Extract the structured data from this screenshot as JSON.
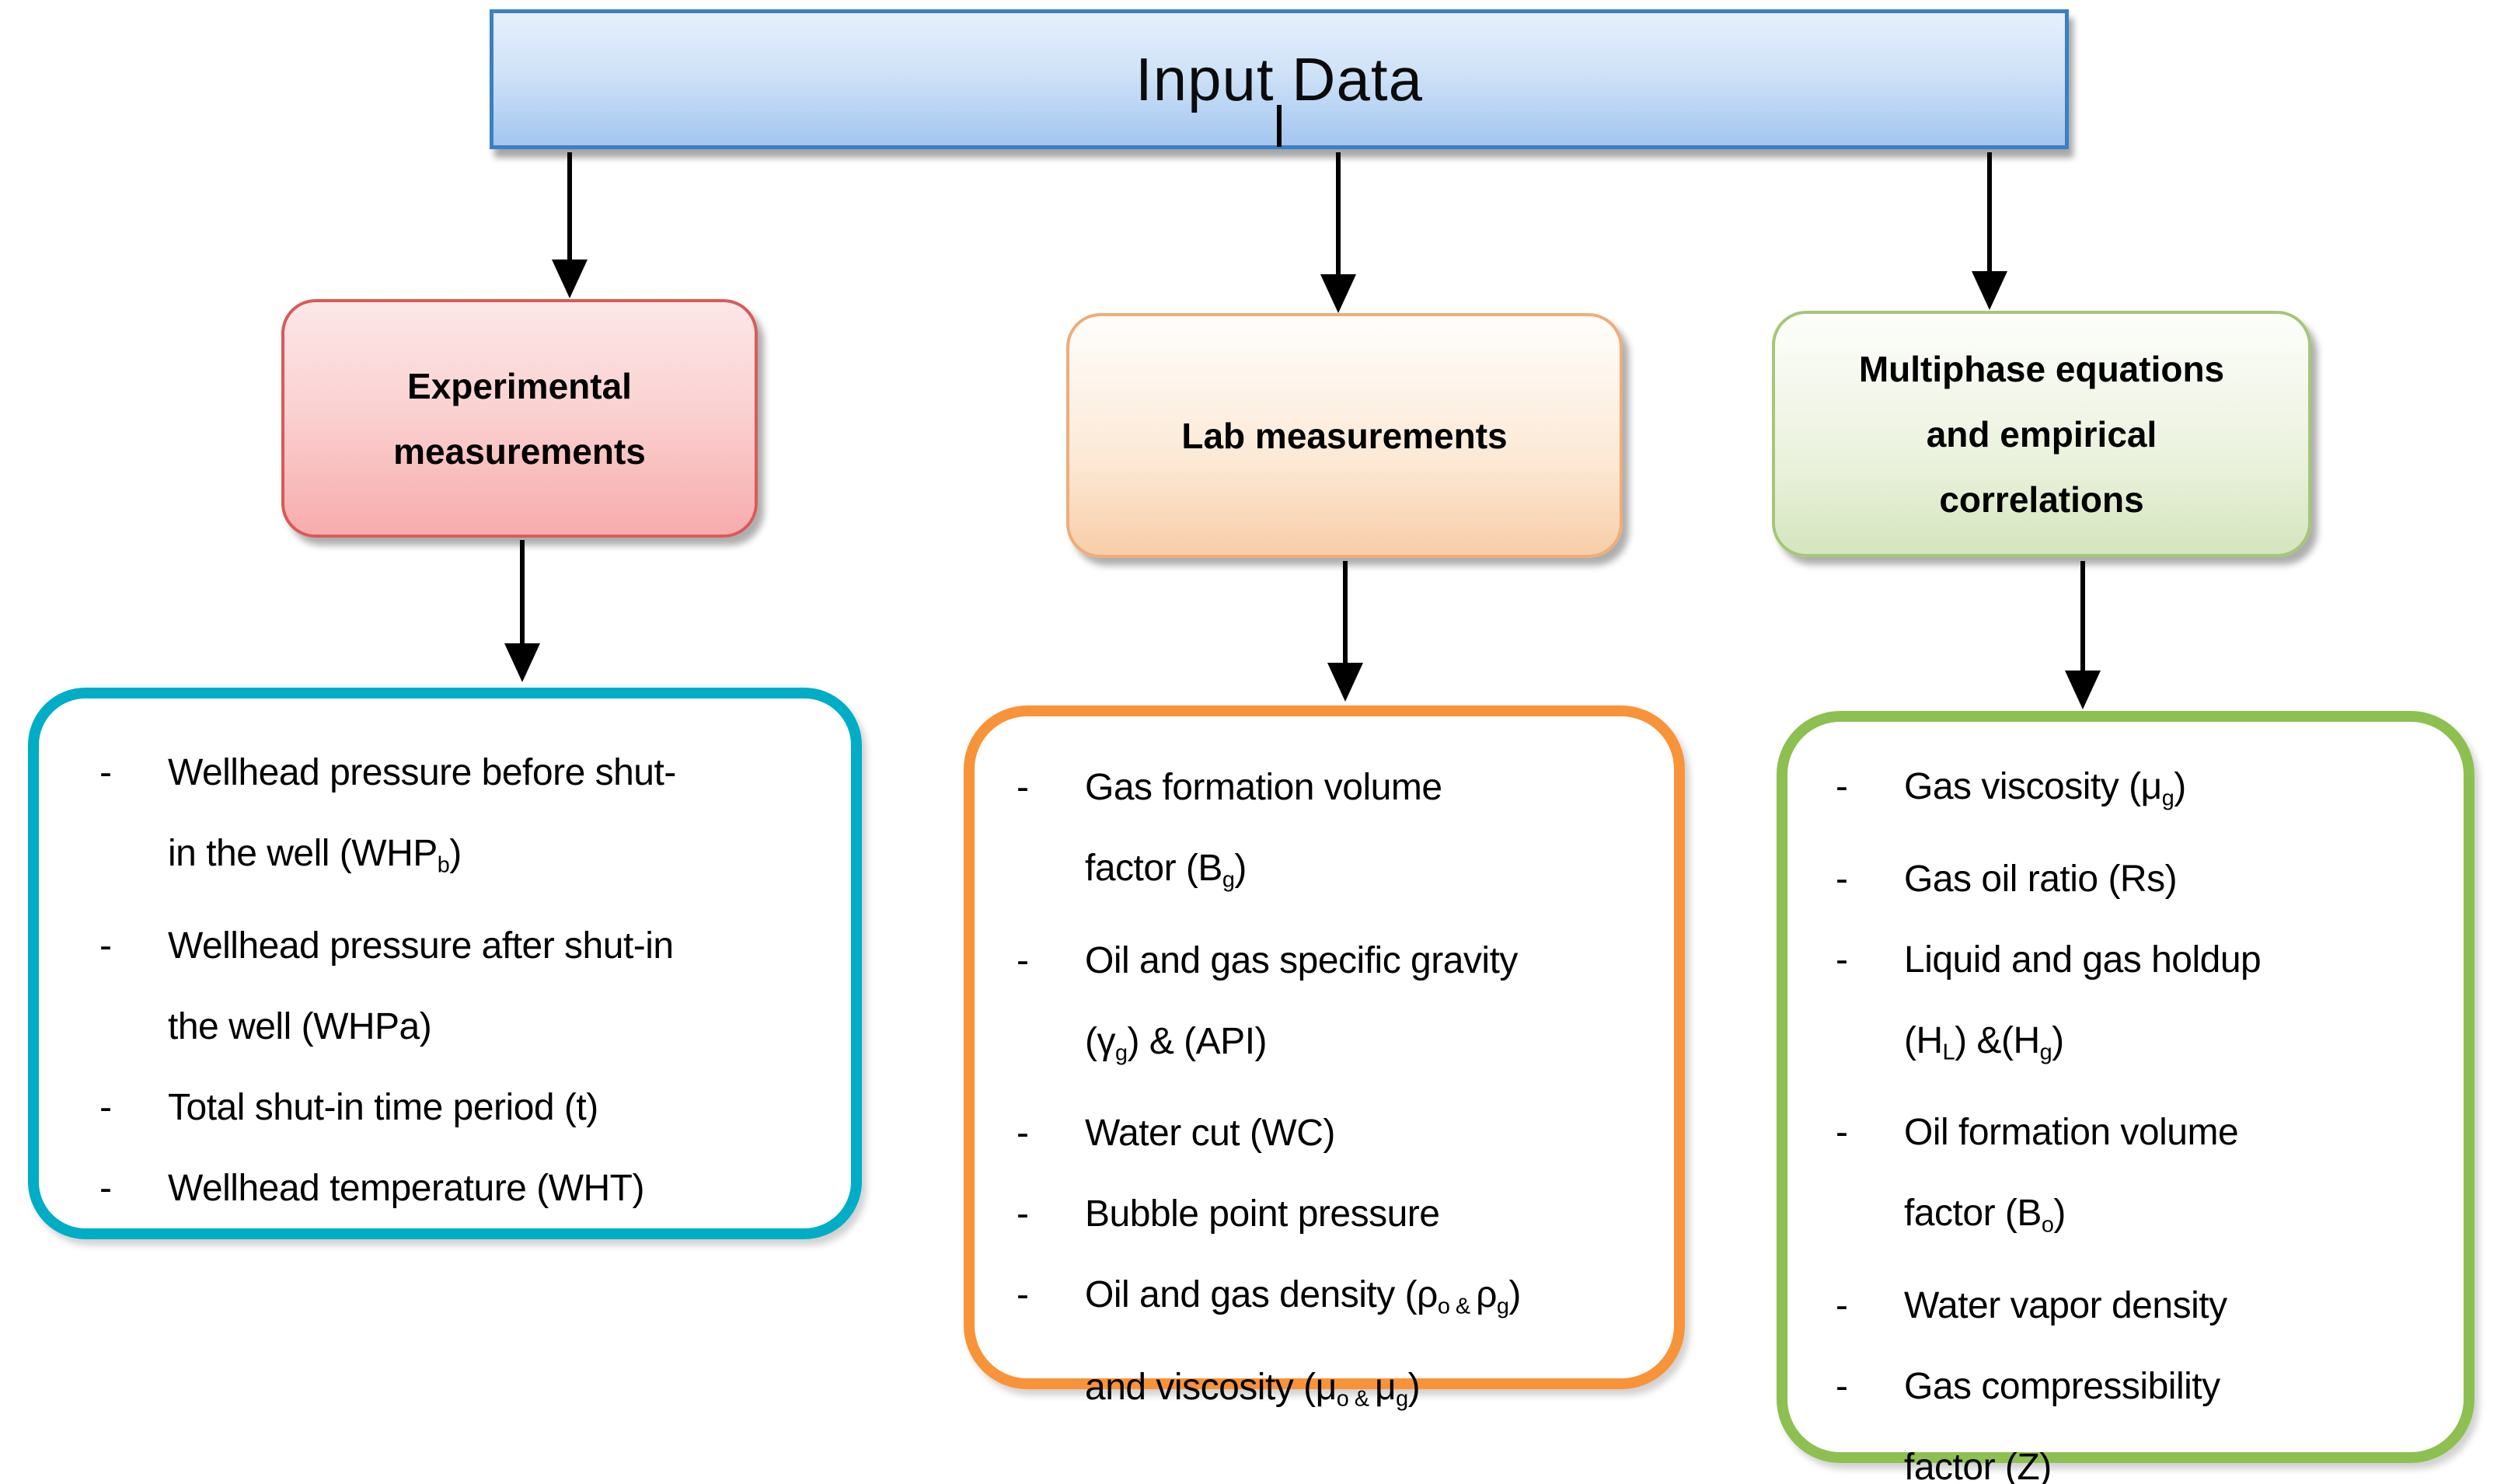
{
  "diagram": {
    "bullet_char": "-",
    "root": {
      "label": "Input Data",
      "fill_top": "#E6F0FC",
      "fill_bottom": "#A3C6EF",
      "border_color": "#3B7FC4"
    },
    "arrow_color": "#000000",
    "arrows": [
      {
        "from": "input-data",
        "to": "experimental-measurements"
      },
      {
        "from": "input-data",
        "to": "lab-measurements"
      },
      {
        "from": "input-data",
        "to": "multiphase-equations"
      },
      {
        "from": "experimental-measurements",
        "to": "experimental-list"
      },
      {
        "from": "lab-measurements",
        "to": "lab-list"
      },
      {
        "from": "multiphase-equations",
        "to": "multiphase-list"
      }
    ],
    "branches": [
      {
        "id": "experimental",
        "label_lines": [
          "Experimental",
          "measurements"
        ],
        "box_border": "#D95A5A",
        "box_fill_top": "#FCE7E7",
        "box_fill_bottom": "#F7ACAC",
        "list_border": "#00ADC6",
        "items": [
          [
            "Wellhead pressure before shut-",
            "in the well (WHP~b~)"
          ],
          [
            "Wellhead pressure after shut-in",
            "the well (WHPa)"
          ],
          [
            "Total shut-in time period (t)"
          ],
          [
            "Wellhead temperature (WHT)"
          ]
        ]
      },
      {
        "id": "lab",
        "label_lines": [
          "Lab measurements"
        ],
        "box_border": "#F0AC78",
        "box_fill_top": "#FFFEFD",
        "box_fill_bottom": "#F8CEA8",
        "list_border": "#F99339",
        "items": [
          [
            "Gas formation volume",
            "factor (B~g~)"
          ],
          [
            "Oil and gas specific gravity",
            "(γ~g~) & (API)"
          ],
          [
            "Water cut (WC)"
          ],
          [
            "Bubble point pressure"
          ],
          [
            "Oil and gas density (ρ~o & ~ρ~g~)",
            "and viscosity (μ~o & ~μ~g~)"
          ]
        ]
      },
      {
        "id": "multiphase",
        "label_lines": [
          "Multiphase equations",
          "and empirical",
          "correlations"
        ],
        "box_border": "#A6C678",
        "box_fill_top": "#FDFEFB",
        "box_fill_bottom": "#D5E5BE",
        "list_border": "#8DC051",
        "items": [
          [
            "Gas viscosity (μ~g~)"
          ],
          [
            "Gas oil ratio (Rs)"
          ],
          [
            "Liquid and gas holdup",
            "(H~L~) &(H~g~)"
          ],
          [
            "Oil formation volume",
            "factor (B~o~)"
          ],
          [
            "Water vapor density"
          ],
          [
            "Gas compressibility",
            "factor (Z)"
          ]
        ]
      }
    ]
  }
}
